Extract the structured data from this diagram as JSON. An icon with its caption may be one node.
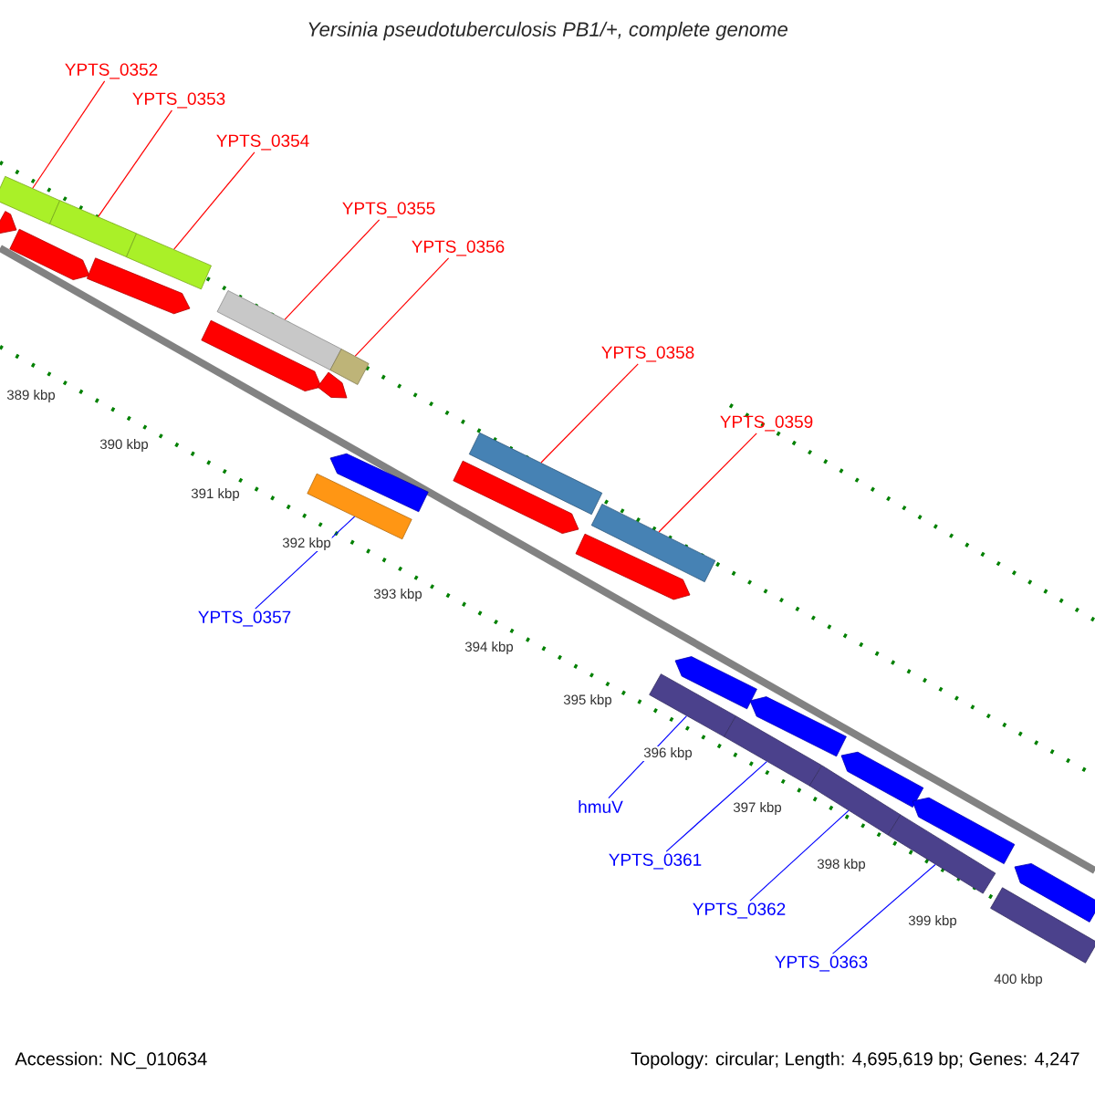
{
  "diagram": {
    "title": "Yersinia pseudotuberculosis PB1/+, complete genome",
    "nodes": [
      {
        "text": [
          "YPTS_0352"
        ]
      },
      {
        "text": [
          "YPTS_0353"
        ]
      },
      {
        "text": [
          "YPTS_0354"
        ]
      },
      {
        "text": [
          "YPTS_0355"
        ]
      },
      {
        "text": [
          "YPTS_0356"
        ]
      },
      {
        "text": [
          "YPTS_0358"
        ]
      },
      {
        "text": [
          "YPTS_0359"
        ]
      },
      {
        "text": [
          "YPTS_0357"
        ]
      },
      {
        "text": [
          "hmuV"
        ]
      },
      {
        "text": [
          "YPTS_0361"
        ]
      },
      {
        "text": [
          "YPTS_0362"
        ]
      },
      {
        "text": [
          "YPTS_0363"
        ]
      },
      {
        "text": [],
        "shape": "bar"
      },
      {
        "text": [],
        "shape": "bar"
      },
      {
        "text": [],
        "shape": "bar"
      },
      {
        "text": [],
        "shape": "bar"
      },
      {
        "text": [],
        "shape": "bar"
      },
      {
        "text": [],
        "shape": "bar"
      },
      {
        "text": [],
        "shape": "bar"
      },
      {
        "text": [],
        "shape": "bar"
      },
      {
        "text": [],
        "shape": "bar"
      },
      {
        "text": [],
        "shape": "bar"
      },
      {
        "text": [],
        "shape": "bar"
      },
      {
        "text": [],
        "shape": "bar"
      },
      {
        "text": [],
        "shape": "bar"
      },
      {
        "text": [],
        "shape": "arrow"
      },
      {
        "text": [],
        "shape": "arrow"
      },
      {
        "text": [],
        "shape": "arrow"
      },
      {
        "text": [],
        "shape": "arrow"
      },
      {
        "text": [],
        "shape": "arrow"
      },
      {
        "text": [],
        "shape": "arrow"
      },
      {
        "text": [],
        "shape": "arrow"
      },
      {
        "text": [],
        "shape": "arrow"
      },
      {
        "text": [],
        "shape": "arrow"
      },
      {
        "text": [],
        "shape": "arrow"
      },
      {
        "text": [],
        "shape": "arrow"
      },
      {
        "text": [],
        "shape": "arrow"
      },
      {
        "text": [],
        "shape": "arrow"
      }
    ],
    "edges": [
      {
        "from": 0,
        "to": 12,
        "arrow": "none"
      },
      {
        "from": 1,
        "to": 13,
        "arrow": "none"
      },
      {
        "from": 2,
        "to": 14,
        "arrow": "none"
      },
      {
        "from": 3,
        "to": 15,
        "arrow": "none"
      },
      {
        "from": 4,
        "to": 16,
        "arrow": "none"
      },
      {
        "from": 5,
        "to": 17,
        "arrow": "none"
      },
      {
        "from": 6,
        "to": 18,
        "arrow": "none"
      },
      {
        "from": 7,
        "to": 19,
        "arrow": "none",
        "color": "#0000ff"
      },
      {
        "from": 8,
        "to": 20,
        "arrow": "none",
        "color": "#0000ff"
      },
      {
        "from": 9,
        "to": 21,
        "arrow": "none",
        "color": "#0000ff"
      },
      {
        "from": 10,
        "to": 22,
        "arrow": "none",
        "color": "#0000ff"
      },
      {
        "from": 11,
        "to": 23,
        "arrow": "none",
        "color": "#0000ff"
      }
    ],
    "labels": [
      "389 kbp",
      "390 kbp",
      "391 kbp",
      "392 kbp",
      "393 kbp",
      "394 kbp",
      "395 kbp",
      "396 kbp",
      "397 kbp",
      "398 kbp",
      "399 kbp",
      "400 kbp",
      "Accession: NC_010634",
      "Topology: circular; Length: 4,695,619 bp; Genes: 4,247"
    ]
  }
}
